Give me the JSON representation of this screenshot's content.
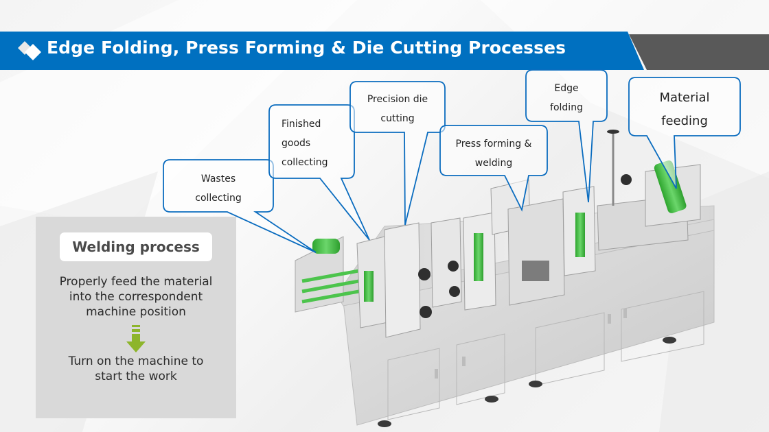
{
  "slide": {
    "title": "Edge Folding, Press Forming & Die Cutting Processes",
    "title_icon": "diamond-tiles-icon",
    "colors": {
      "banner_blue": "#0070c0",
      "banner_gray": "#595959",
      "callout_stroke": "#0a6cbf",
      "panel_bg": "#d9d9d9",
      "arrow_green": "#8db52b",
      "machine_green": "#3dbb3d"
    }
  },
  "info_panel": {
    "heading": "Welding process",
    "step1_line1": "Properly feed the material",
    "step1_line2": "into  the correspondent",
    "step1_line3": "machine position",
    "arrow_icon": "down-arrow-icon",
    "step2_line1": "Turn on the machine to",
    "step2_line2": "start the  work"
  },
  "callouts": [
    {
      "id": "wastes",
      "line1": "Wastes",
      "line2": "collecting"
    },
    {
      "id": "finished",
      "line1": "Finished",
      "line2": "goods",
      "line3": "collecting"
    },
    {
      "id": "die-cutting",
      "line1": "Precision die",
      "line2": "cutting"
    },
    {
      "id": "press-forming",
      "line1": "Press forming &",
      "line2": "welding"
    },
    {
      "id": "edge-folding",
      "line1": "Edge",
      "line2": "folding"
    },
    {
      "id": "material-feeding",
      "line1": "Material",
      "line2": "feeding"
    }
  ]
}
